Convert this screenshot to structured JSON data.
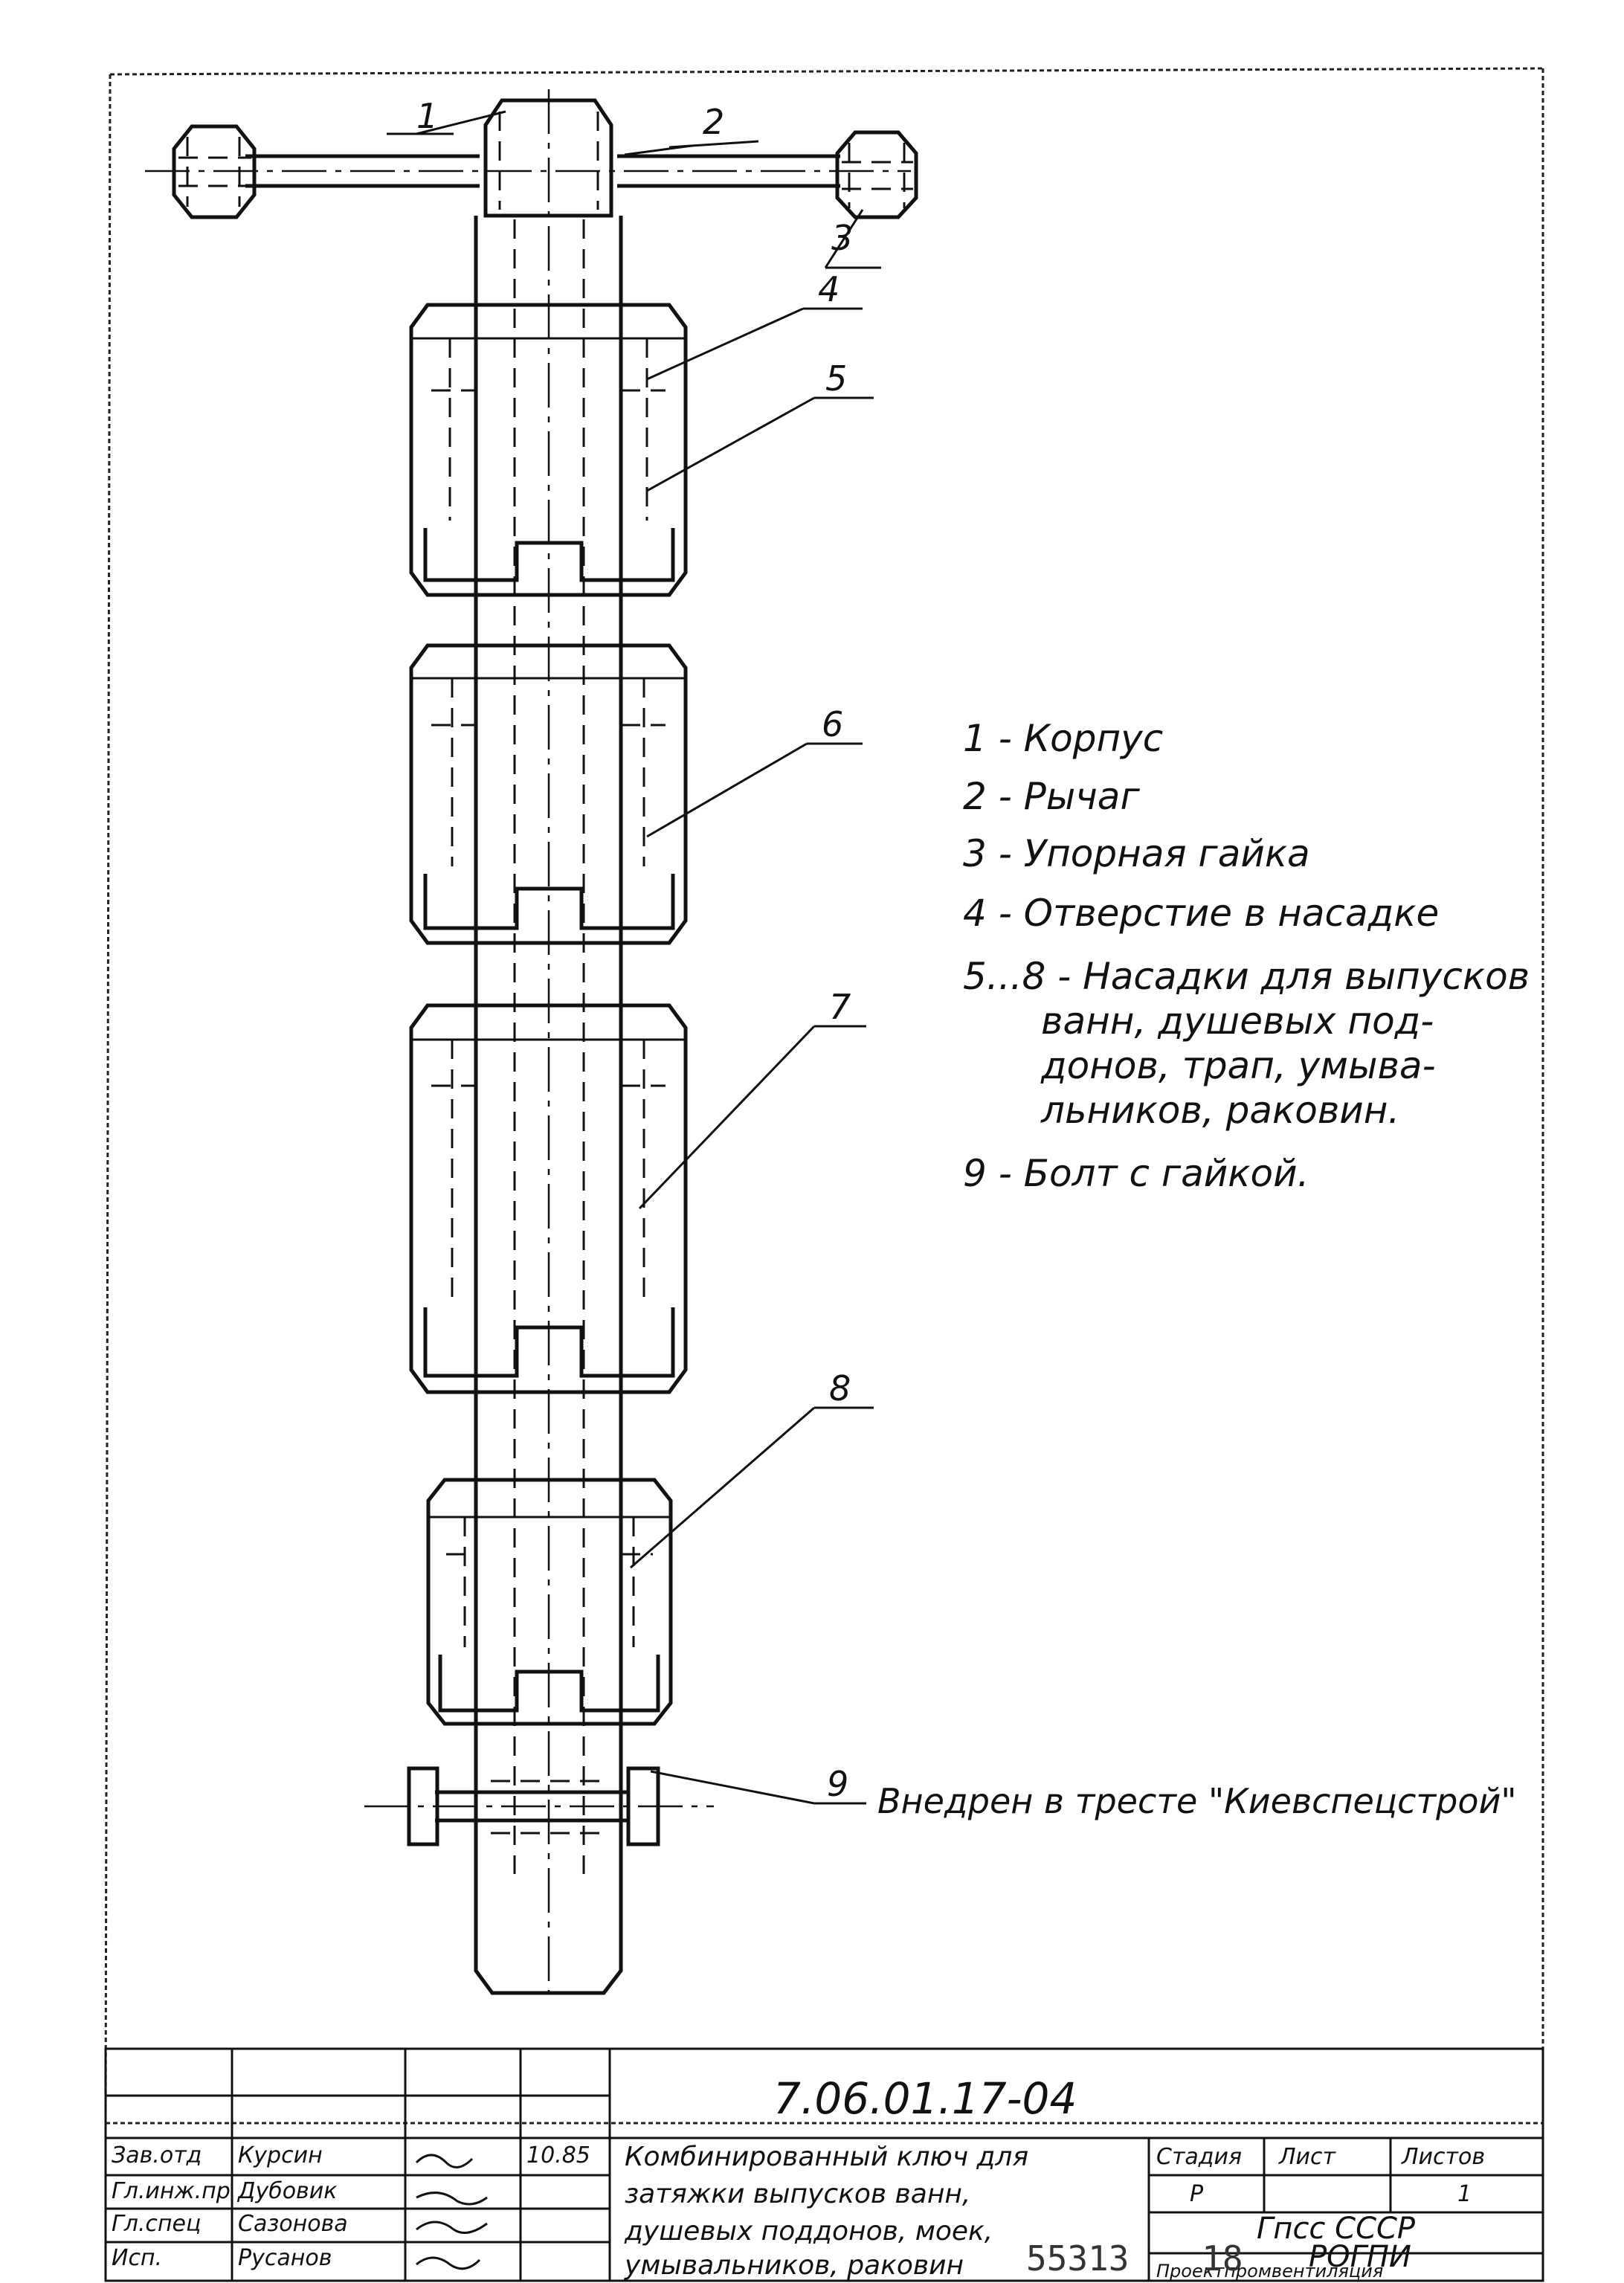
{
  "callouts": [
    "1",
    "2",
    "3",
    "4",
    "5",
    "6",
    "7",
    "8",
    "9"
  ],
  "legend": [
    "1 - Корпус",
    "2 - Рычаг",
    "3 - Упорная гайка",
    "4 - Отверстие в насадке",
    "5...8 - Насадки для выпусков",
    "ванн, душевых под-",
    "донов, трап, умыва-",
    "льников, раковин.",
    "9 - Болт с гайкой."
  ],
  "note_9": "Внедрен в тресте \"Киевспецстрой\"",
  "title_block": {
    "drawing_number": "7.06.01.17-04",
    "roles": [
      "Зав.отд",
      "Гл.инж.пр",
      "Гл.спец",
      "Исп."
    ],
    "names": [
      "Курсин",
      "Дубовик",
      "Сазонова",
      "Русанов"
    ],
    "date": "10.85",
    "title_lines": [
      "Комбинированный ключ для",
      "затяжки выпусков ванн,",
      "душевых поддонов, моек,",
      "умывальников, раковин"
    ],
    "stage_header": "Стадия",
    "sheet_header": "Лист",
    "sheets_header": "Листов",
    "stage_value": "Р",
    "sheets_value": "1",
    "org_lines": [
      "Гпсс СССР",
      "РОГПИ"
    ],
    "org_bottom": "Проектпромвентиляция"
  },
  "footer": {
    "inventory": "55313",
    "page": "18"
  }
}
